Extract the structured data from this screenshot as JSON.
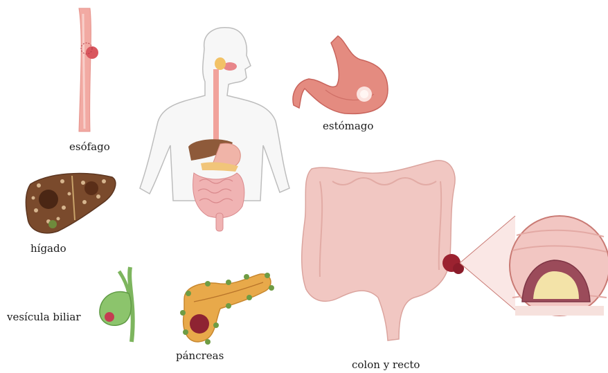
{
  "labels": {
    "esophagus": "esófago",
    "stomach": "estómago",
    "liver": "hígado",
    "gallbladder": "vesícula biliar",
    "pancreas": "páncreas",
    "colon": "colon y recto"
  },
  "colors": {
    "tissue_pink": "#f2b5b0",
    "colon_pink": "#f1c7c2",
    "stomach_red": "#e0857c",
    "liver_brown": "#7a4a2c",
    "pancreas_orange": "#e8a94a",
    "gallbladder_green": "#7db55e",
    "tumor_red": "#9b2230",
    "body_outline": "#bdbdbd"
  }
}
